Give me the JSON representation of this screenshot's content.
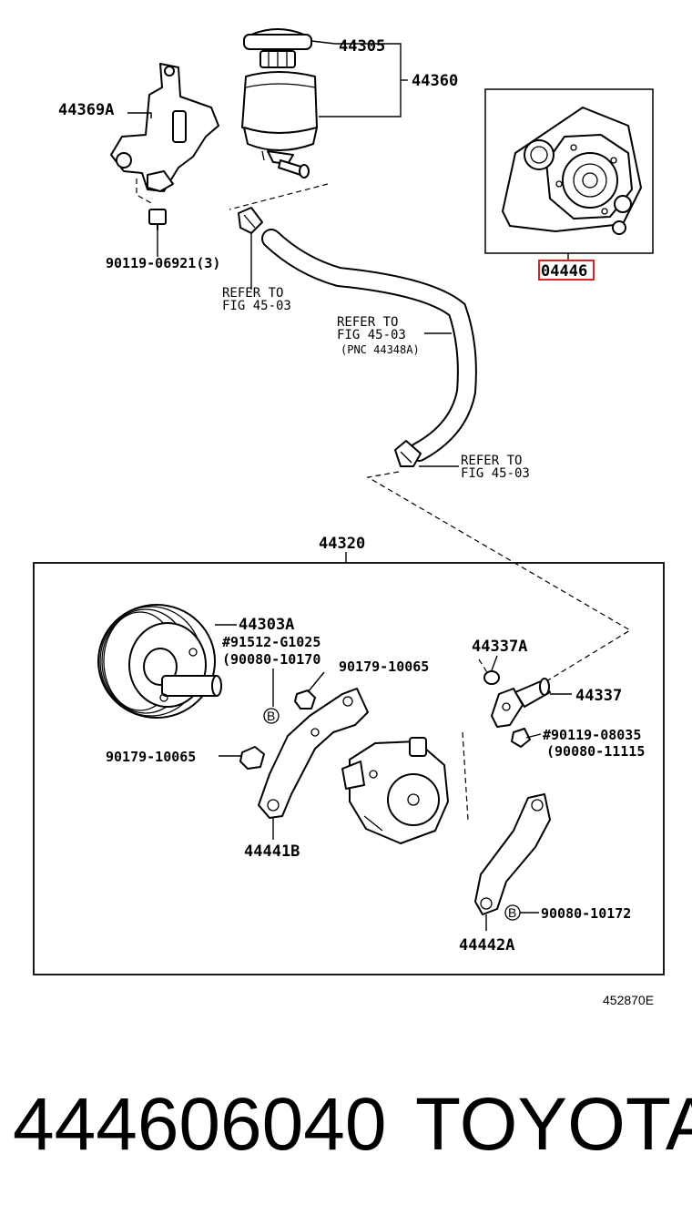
{
  "parts": {
    "p44305": "44305",
    "p44360": "44360",
    "p44369A": "44369A",
    "p90119_06921": "90119-06921(3)",
    "p04446": "04446",
    "p44320": "44320",
    "p44303A": "44303A",
    "p91512": "#91512-G1025",
    "p90080_10170": "(90080-10170",
    "p90179_10065_a": "90179-10065",
    "p90179_10065_b": "90179-10065",
    "p44337A": "44337A",
    "p44337": "44337",
    "p90119_08035": "#90119-08035",
    "p90080_11115": "(90080-11115",
    "p44441B": "44441B",
    "p44442A": "44442A",
    "p90080_10172": "90080-10172"
  },
  "references": {
    "ref1_line1": "REFER TO",
    "ref1_line2": "FIG 45-03",
    "ref2_line1": "REFER TO",
    "ref2_line2": "FIG 45-03",
    "ref2_line3": "(PNC 44348A)",
    "ref3_line1": "REFER TO",
    "ref3_line2": "FIG 45-03"
  },
  "markers": {
    "b1": "B",
    "b2": "B"
  },
  "figure_code": "452870E",
  "footer": {
    "part_number": "444606040",
    "brand": "TOYOTA"
  },
  "colors": {
    "highlight": "#e02020"
  }
}
